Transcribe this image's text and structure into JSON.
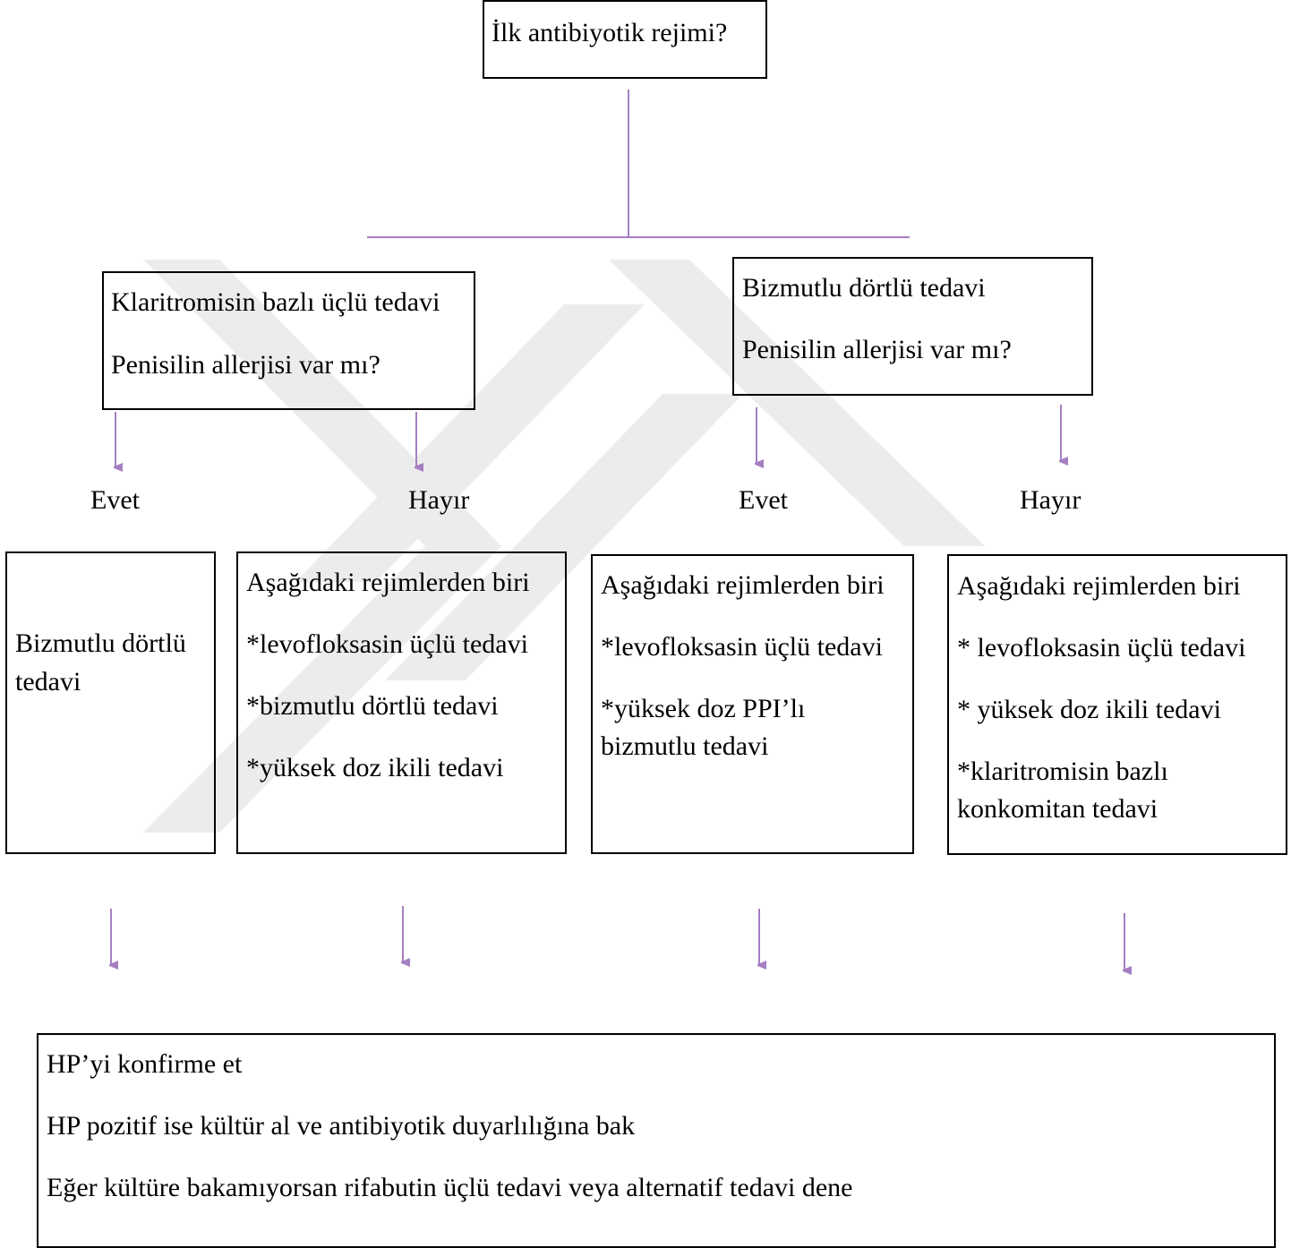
{
  "root": {
    "text": "İlk antibiyotik rejimi?"
  },
  "left_branch": {
    "lines": [
      "Klaritromisin bazlı üçlü tedavi",
      "Penisilin allerjisi var mı?"
    ]
  },
  "right_branch": {
    "lines": [
      "Bizmutlu dörtlü tedavi",
      "Penisilin allerjisi var mı?"
    ]
  },
  "answers": {
    "evet": "Evet",
    "hayir": "Hayır"
  },
  "outcome1": {
    "lines": [
      "Bizmutlu dörtlü",
      "tedavi"
    ]
  },
  "outcome2": {
    "lines": [
      "Aşağıdaki rejimlerden biri",
      "*levofloksasin üçlü tedavi",
      "*bizmutlu dörtlü tedavi",
      "*yüksek doz ikili tedavi"
    ]
  },
  "outcome3": {
    "lines": [
      "Aşağıdaki rejimlerden biri",
      "*levofloksasin üçlü tedavi",
      "*yüksek doz PPI’lı",
      "bizmutlu tedavi"
    ]
  },
  "outcome4": {
    "lines": [
      "Aşağıdaki rejimlerden biri",
      "* levofloksasin üçlü tedavi",
      "* yüksek doz ikili tedavi",
      "*klaritromisin bazlı",
      "konkomitan tedavi"
    ]
  },
  "final": {
    "lines": [
      "HP’yi konfirme et",
      "HP pozitif ise kültür al ve antibiyotik duyarlılığına bak",
      "Eğer kültüre bakamıyorsan rifabutin üçlü tedavi veya alternatif tedavi dene"
    ]
  },
  "colors": {
    "connector": "#a57fc2",
    "border": "#000000",
    "watermark": "#ededed"
  }
}
